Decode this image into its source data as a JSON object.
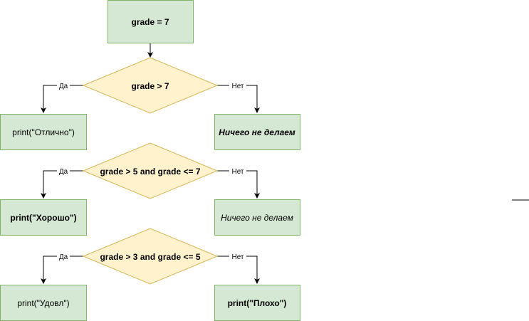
{
  "colors": {
    "rect_fill": "#d5e8d4",
    "rect_stroke": "#82b366",
    "diamond_fill": "#fff2cc",
    "diamond_stroke": "#d6b656",
    "edge": "#000000"
  },
  "nodes": {
    "start": "grade = 7",
    "cond1": "grade > 7",
    "cond2": "grade > 5 and grade <= 7",
    "cond3": "grade > 3 and grade <= 5",
    "out_excellent": "print(\"Отлично\")",
    "out_nothing1": "Ничего не делаем",
    "out_good": "print(\"Хорошо\")",
    "out_nothing2": "Ничего не делаем",
    "out_satisfactory": "print(\"Удовл\")",
    "out_bad": "print(\"Плохо\")"
  },
  "edges": {
    "yes": "Да",
    "no": "Нет"
  }
}
